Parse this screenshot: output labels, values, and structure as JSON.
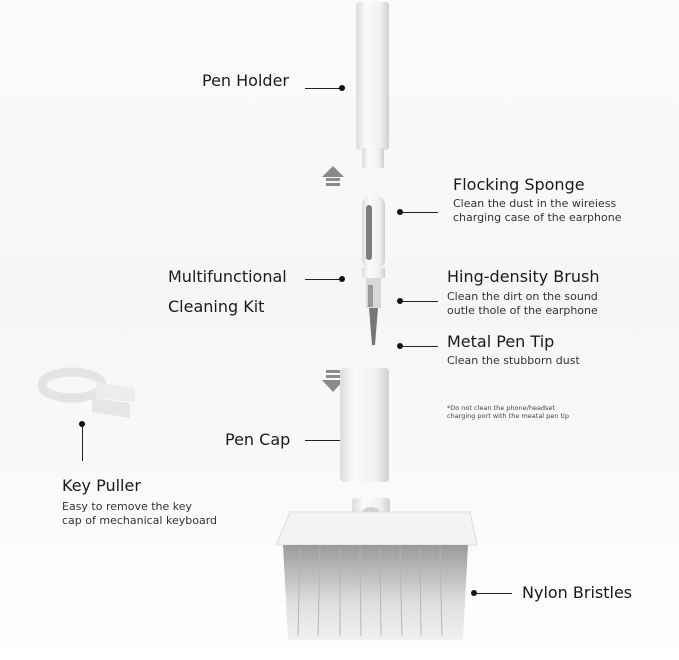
{
  "labels": {
    "pen_holder": "Pen Holder",
    "flocking_sponge": {
      "title": "Flocking Sponge",
      "desc_line1": "Clean the dust in the wireiess",
      "desc_line2": "charging case of the earphone"
    },
    "multifunctional": {
      "line1": "Multifunctional",
      "line2": "Cleaning Kit"
    },
    "brush": {
      "title": "Hing-density Brush",
      "desc_line1": "Clean the dirt on the sound",
      "desc_line2": "outle thole of the earphone"
    },
    "metal_tip": {
      "title": "Metal Pen Tip",
      "desc": "Clean the stubborn dust"
    },
    "note": {
      "line1": "*Do not clean the phone/headset",
      "line2": "charging port with the meatal pen tip"
    },
    "pen_cap": "Pen Cap",
    "key_puller": {
      "title": "Key Puller",
      "desc_line1": "Easy to remove the key",
      "desc_line2": "cap of mechanical keyboard"
    },
    "nylon_bristles": "Nylon Bristles"
  },
  "colors": {
    "product": "#f2f2f2",
    "arrow": "#8a8a8a",
    "bristles": "#cfcfcf"
  }
}
